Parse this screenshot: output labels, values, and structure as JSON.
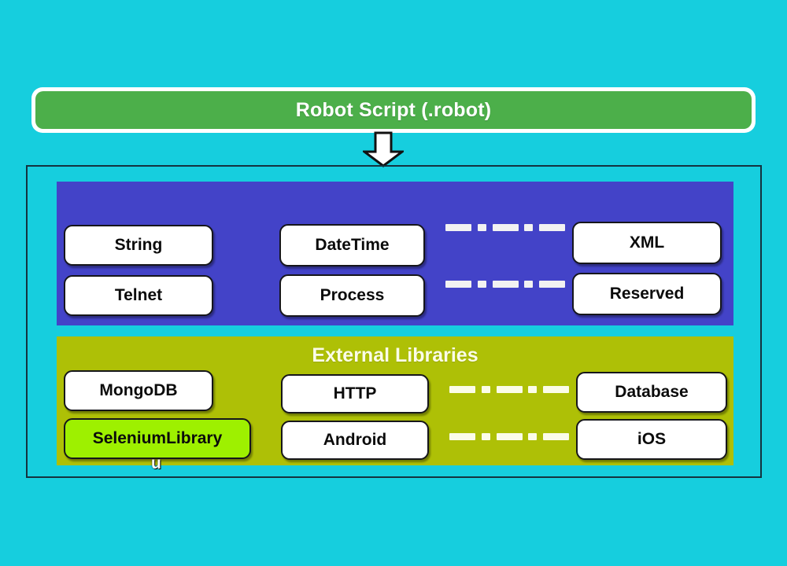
{
  "theme": {
    "background": "#16cede",
    "script_bar_bg": "#4caf4a",
    "script_bar_border": "#ffffff",
    "standard_panel_bg": "#4343c8",
    "external_panel_bg": "#aec006",
    "frame_border": "#14333f",
    "chip_bg": "#ffffff",
    "chip_border": "#16161b",
    "highlight_chip_bg": "#9ef000",
    "dash_color": "#f2f2f2",
    "title_text": "#fbfce8"
  },
  "script_bar": {
    "label": "Robot Script (.robot)"
  },
  "arrow": {
    "name": "down-arrow",
    "direction": "down"
  },
  "standard_libraries": {
    "title": "",
    "rows": [
      {
        "chips": [
          "String",
          "DateTime",
          "XML"
        ],
        "connector": "dash-dot-dash-dot-dash"
      },
      {
        "chips": [
          "Telnet",
          "Process",
          "Reserved"
        ],
        "connector": "dash-dot-dash-dot-dash"
      }
    ]
  },
  "external_libraries": {
    "title": "External Libraries",
    "rows": [
      {
        "chips": [
          "MongoDB",
          "HTTP",
          "Database"
        ],
        "connector": "dash-dot-dash-dot-dash"
      },
      {
        "chips": [
          "SeleniumLibrary",
          "Android",
          "iOS"
        ],
        "connector": "dash-dot-dash-dot-dash",
        "highlight_index": 0
      }
    ]
  },
  "artifact": {
    "text": "u"
  }
}
